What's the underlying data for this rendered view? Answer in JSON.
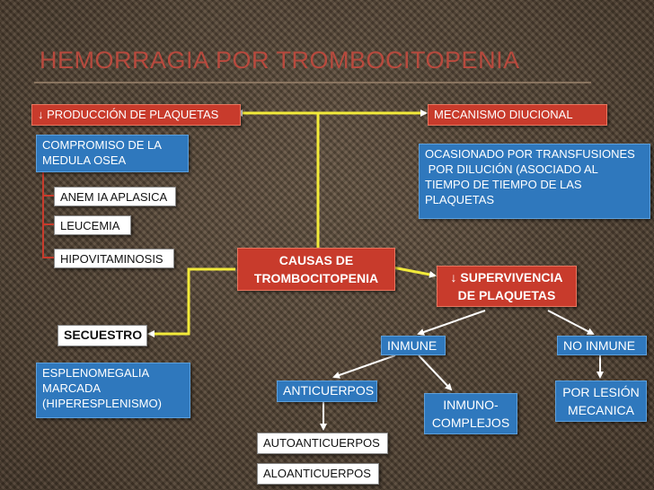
{
  "title": "HEMORRAGIA POR TROMBOCITOPENIA",
  "nodes": {
    "produccion": "↓ PRODUCCIÓN DE PLAQUETAS",
    "mecanismo": "MECANISMO DIUCIONAL",
    "compromiso_1": "COMPROMISO DE LA",
    "compromiso_2": "MEDULA OSEA",
    "ocasionado_1": "OCASIONADO POR TRANSFUSIONES",
    "ocasionado_2": " POR DILUCIÓN (ASOCIADO AL",
    "ocasionado_3": "TIEMPO DE TIEMPO DE LAS",
    "ocasionado_4": "PLAQUETAS",
    "anemia": "ANEM IA APLASICA",
    "leucemia": "LEUCEMIA",
    "hipovitaminosis": "HIPOVITAMINOSIS",
    "causas_1": "CAUSAS DE",
    "causas_2": "TROMBOCITOPENIA",
    "supervivencia_1": "↓ SUPERVIVENCIA",
    "supervivencia_2": "DE PLAQUETAS",
    "secuestro": "SECUESTRO",
    "inmune": "INMUNE",
    "no_inmune": "NO INMUNE",
    "esplenomegalia_1": "ESPLENOMEGALIA",
    "esplenomegalia_2": "MARCADA",
    "esplenomegalia_3": "(HIPERESPLENISMO)",
    "anticuerpos": "ANTICUERPOS",
    "inmunocomplejos_1": "INMUNO-",
    "inmunocomplejos_2": "COMPLEJOS",
    "lesion_1": "POR LESIÓN",
    "lesion_2": "MECANICA",
    "autoanticuerpos": "AUTOANTICUERPOS",
    "aloanticuerpos": "ALOANTICUERPOS"
  },
  "colors": {
    "title": "#b84a3e",
    "red_box": "#c83b2c",
    "blue_box": "#2f78bd",
    "connector": "#f2ea3a"
  }
}
